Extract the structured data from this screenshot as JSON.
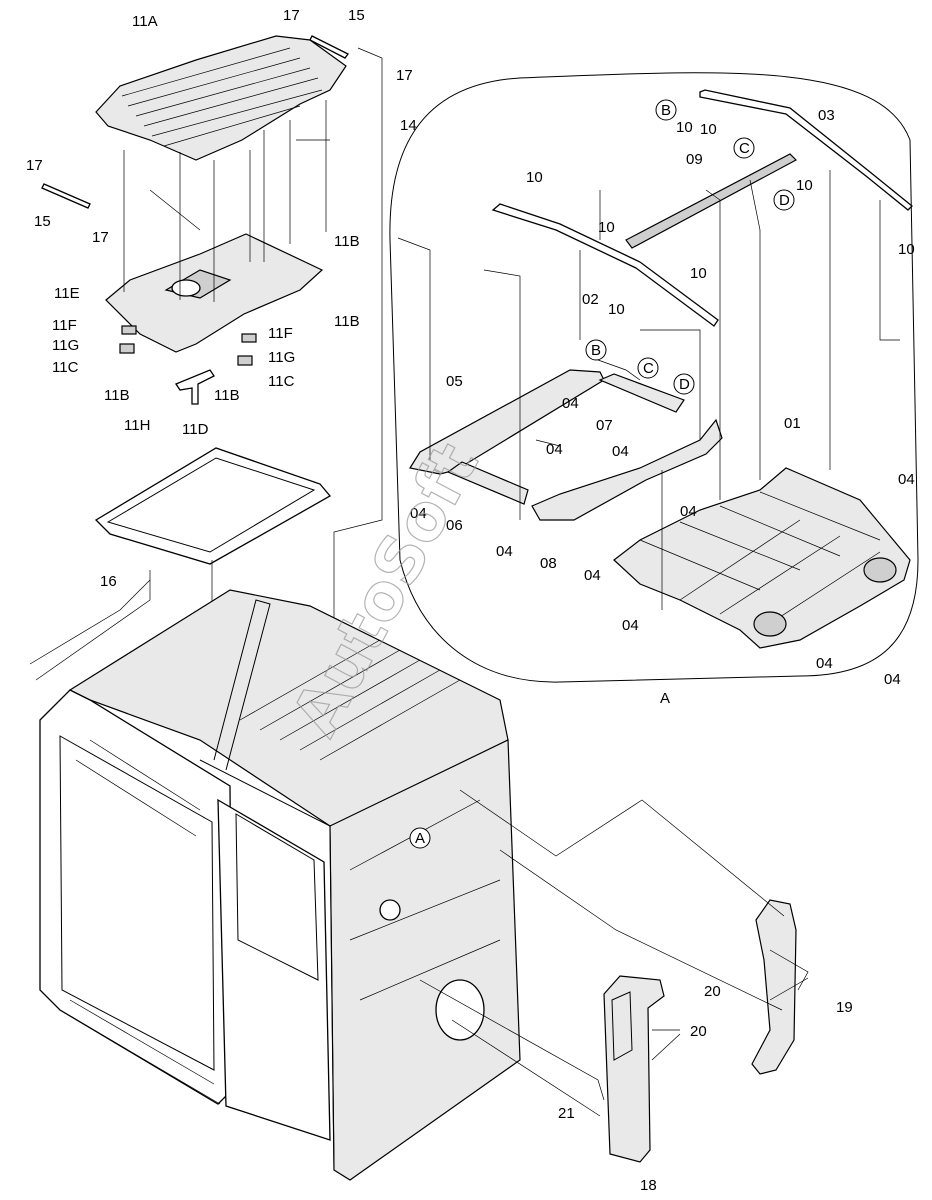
{
  "watermark": "AutoSoft",
  "detail_view_label": "A",
  "callout_main": "A",
  "labels": {
    "l11A": "11A",
    "l17a": "17",
    "l15a": "15",
    "l17b": "17",
    "l14": "14",
    "l17c": "17",
    "l15b": "15",
    "l17d": "17",
    "l11B1": "11B",
    "l11E": "11E",
    "l11B2": "11B",
    "l11F1": "11F",
    "l11G1": "11G",
    "l11C1": "11C",
    "l11F2": "11F",
    "l11G2": "11G",
    "l11C2": "11C",
    "l11B3": "11B",
    "l11B4": "11B",
    "l11H": "11H",
    "l11D": "11D",
    "l16": "16",
    "l18": "18",
    "l19": "19",
    "l20a": "20",
    "l20b": "20",
    "l21": "21",
    "d10a": "10",
    "d10b": "10",
    "d10c": "10",
    "d10d": "10",
    "d10e": "10",
    "d10f": "10",
    "d10g": "10",
    "d10h": "10",
    "d03": "03",
    "d09": "09",
    "d02": "02",
    "d05": "05",
    "d07": "07",
    "d01": "01",
    "d04a": "04",
    "d04b": "04",
    "d04c": "04",
    "d04d": "04",
    "d04e": "04",
    "d04f": "04",
    "d04g": "04",
    "d04h": "04",
    "d04i": "04",
    "d04j": "04",
    "d04k": "04",
    "d06": "06",
    "d08": "08"
  },
  "circle_refs": {
    "b_top": "B",
    "c_top": "C",
    "d_top": "D",
    "b_mid": "B",
    "c_mid": "C",
    "d_mid": "D"
  }
}
